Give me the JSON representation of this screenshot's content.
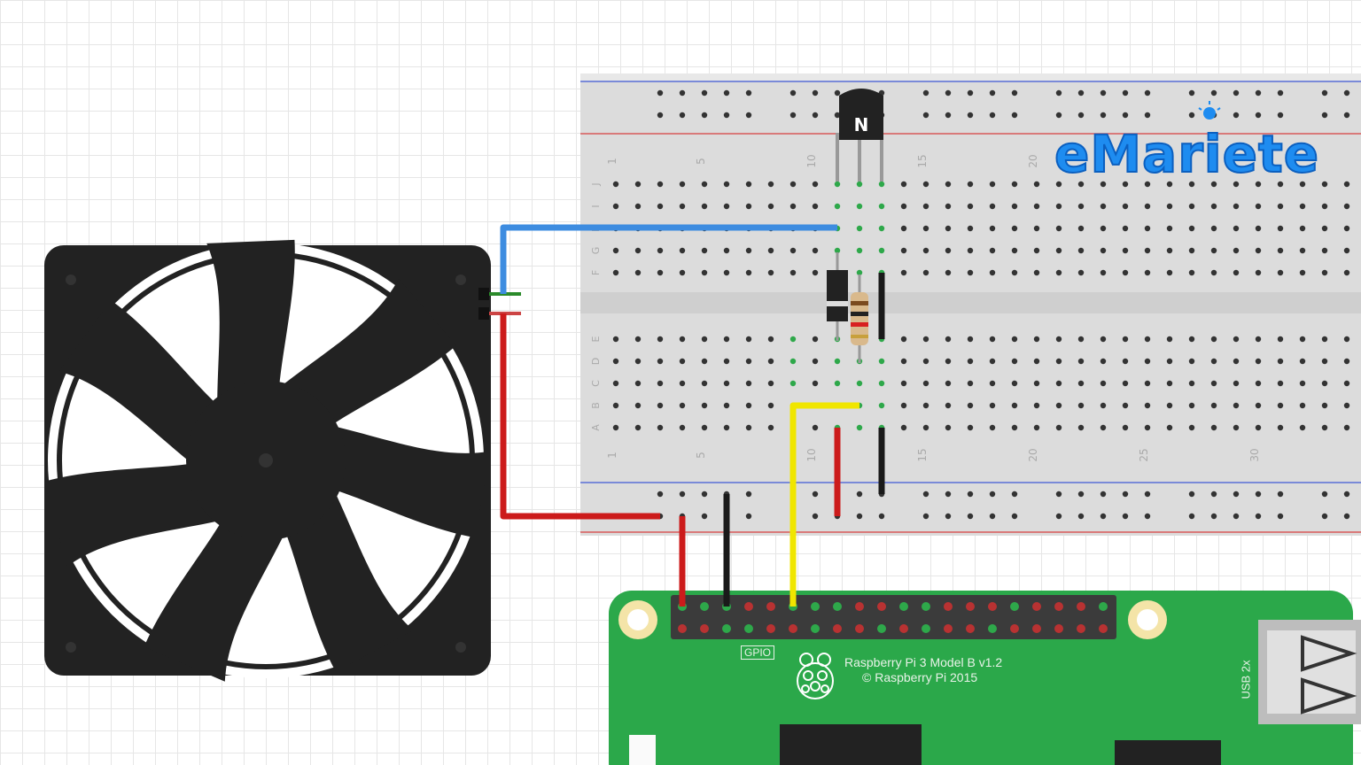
{
  "brand": {
    "logo_text": "eMariete"
  },
  "breadboard": {
    "row_letters_top": [
      "J",
      "I",
      "H",
      "G",
      "F"
    ],
    "row_letters_bottom": [
      "E",
      "D",
      "C",
      "B",
      "A"
    ],
    "column_numbers": [
      "1",
      "5",
      "10",
      "15",
      "20",
      "25",
      "30"
    ]
  },
  "transistor": {
    "label": "N"
  },
  "raspberry_pi": {
    "model": "Raspberry Pi 3 Model B v1.2",
    "copyright": "© Raspberry Pi 2015",
    "gpio_label": "GPIO",
    "usb_label": "USB 2x"
  },
  "colors": {
    "breadboard": "#dcdcdc",
    "pcb_green": "#2ba84a",
    "wire_blue": "#3d8ce0",
    "wire_red": "#cc1b1b",
    "wire_black": "#1a1a1a",
    "wire_yellow": "#f0e600",
    "fan": "#222222",
    "logo_blue": "#1e8cf0"
  }
}
